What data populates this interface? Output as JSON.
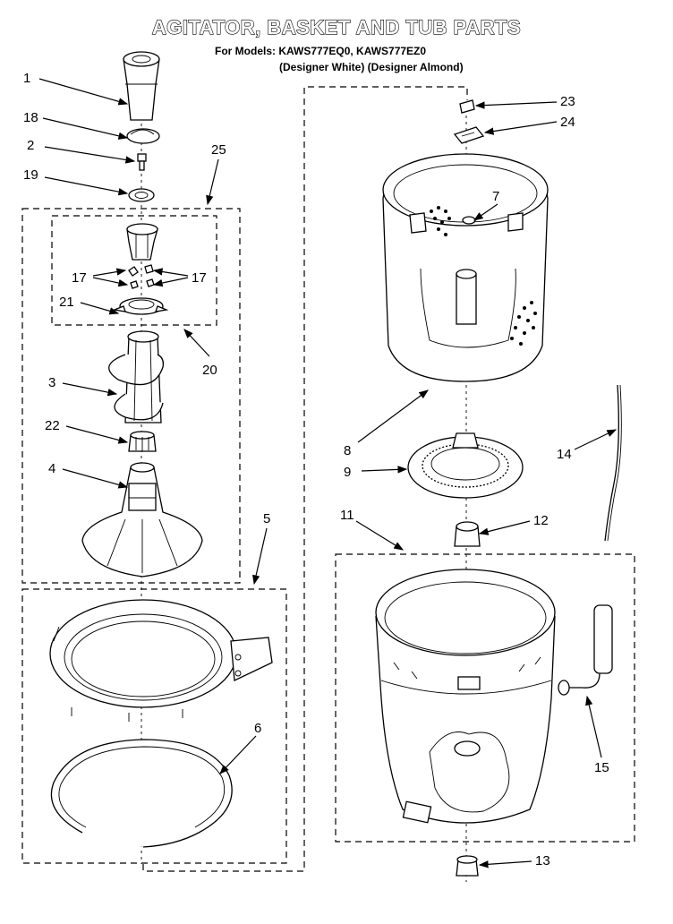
{
  "title": "AGITATOR, BASKET AND TUB PARTS",
  "models_line": "For Models: KAWS777EQ0, KAWS777EZ0",
  "variants_line": "(Designer White)  (Designer Almond)",
  "callouts": {
    "c1": "1",
    "c18": "18",
    "c2": "2",
    "c19": "19",
    "c25": "25",
    "c17a": "17",
    "c17b": "17",
    "c21": "21",
    "c20": "20",
    "c3": "3",
    "c22": "22",
    "c4": "4",
    "c5": "5",
    "c6": "6",
    "c23": "23",
    "c24": "24",
    "c7": "7",
    "c8": "8",
    "c9": "9",
    "c14": "14",
    "c11": "11",
    "c12": "12",
    "c15": "15",
    "c13": "13"
  }
}
